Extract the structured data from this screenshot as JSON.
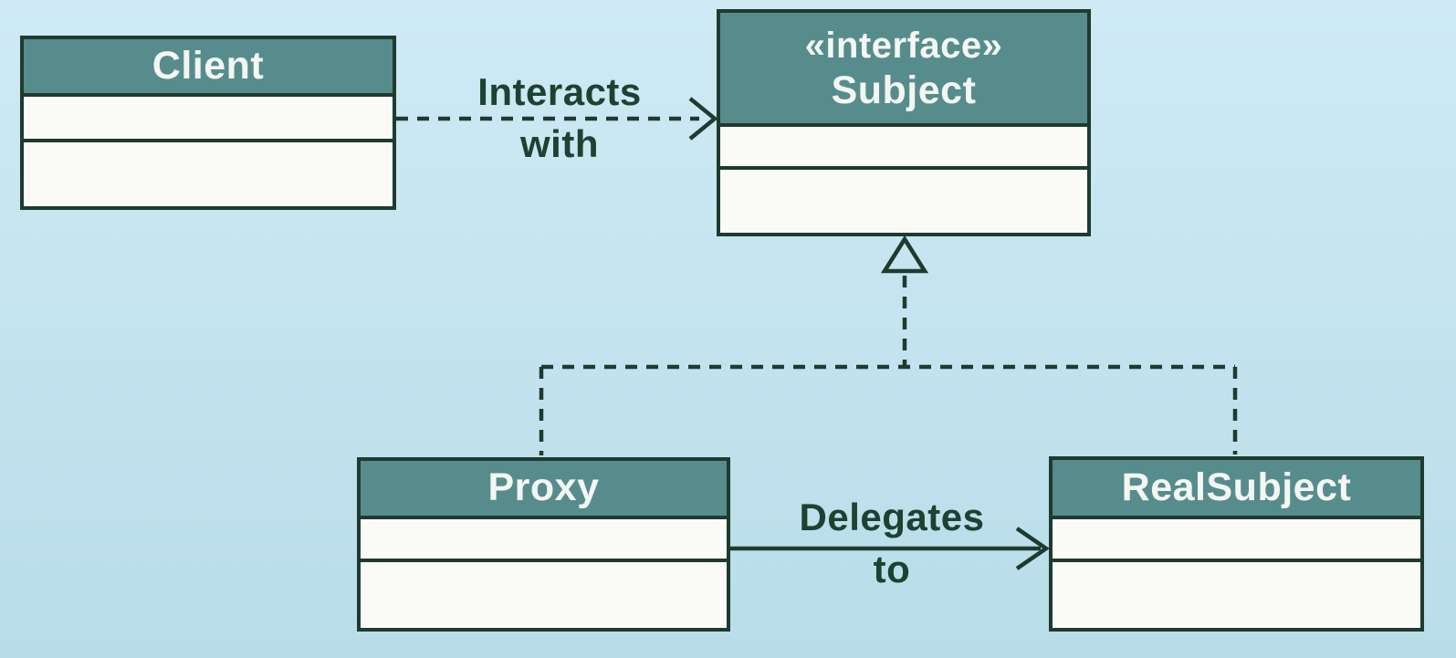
{
  "diagram": {
    "kind": "uml-class-diagram",
    "colors": {
      "background_top": "#cfeaf4",
      "background_bottom": "#b8dde9",
      "header_fill": "#578c8d",
      "line": "#1f3a2f",
      "compartment_fill": "#fafbf7",
      "title_text": "#f3f6f1",
      "label_text": "#1c4231"
    },
    "classes": [
      {
        "name": "Client",
        "stereotype": "",
        "attributes": [],
        "operations": []
      },
      {
        "name": "Subject",
        "stereotype": "«interface»",
        "attributes": [],
        "operations": []
      },
      {
        "name": "Proxy",
        "stereotype": "",
        "attributes": [],
        "operations": []
      },
      {
        "name": "RealSubject",
        "stereotype": "",
        "attributes": [],
        "operations": []
      }
    ],
    "relationships": [
      {
        "from": "Client",
        "to": "Subject",
        "type": "dashed-dependency-arrow",
        "label": "Interacts with",
        "label_line1": "Interacts",
        "label_line2": "with"
      },
      {
        "from": "Proxy",
        "to": "RealSubject",
        "type": "solid-arrow",
        "label": "Delegates to",
        "label_line1": "Delegates",
        "label_line2": "to"
      },
      {
        "from": "Proxy",
        "to": "Subject",
        "type": "dashed-realization-hollow-triangle",
        "label": ""
      },
      {
        "from": "RealSubject",
        "to": "Subject",
        "type": "dashed-realization-hollow-triangle",
        "label": ""
      }
    ]
  }
}
